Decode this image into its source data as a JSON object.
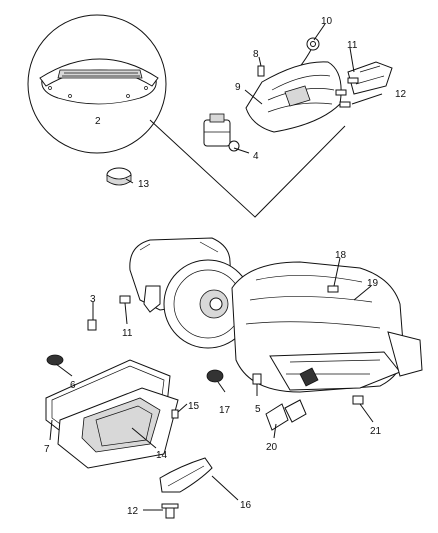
{
  "callouts": {
    "c1": "10",
    "c2": "8",
    "c3": "11",
    "c4": "9",
    "c5": "12",
    "c6": "4",
    "c7": "2",
    "c8": "13",
    "c9": "18",
    "c10": "19",
    "c11": "3",
    "c12": "11",
    "c13": "6",
    "c14": "17",
    "c15": "15",
    "c16": "5",
    "c17": "7",
    "c18": "14",
    "c19": "20",
    "c20": "21",
    "c21": "16",
    "c22": "12"
  }
}
